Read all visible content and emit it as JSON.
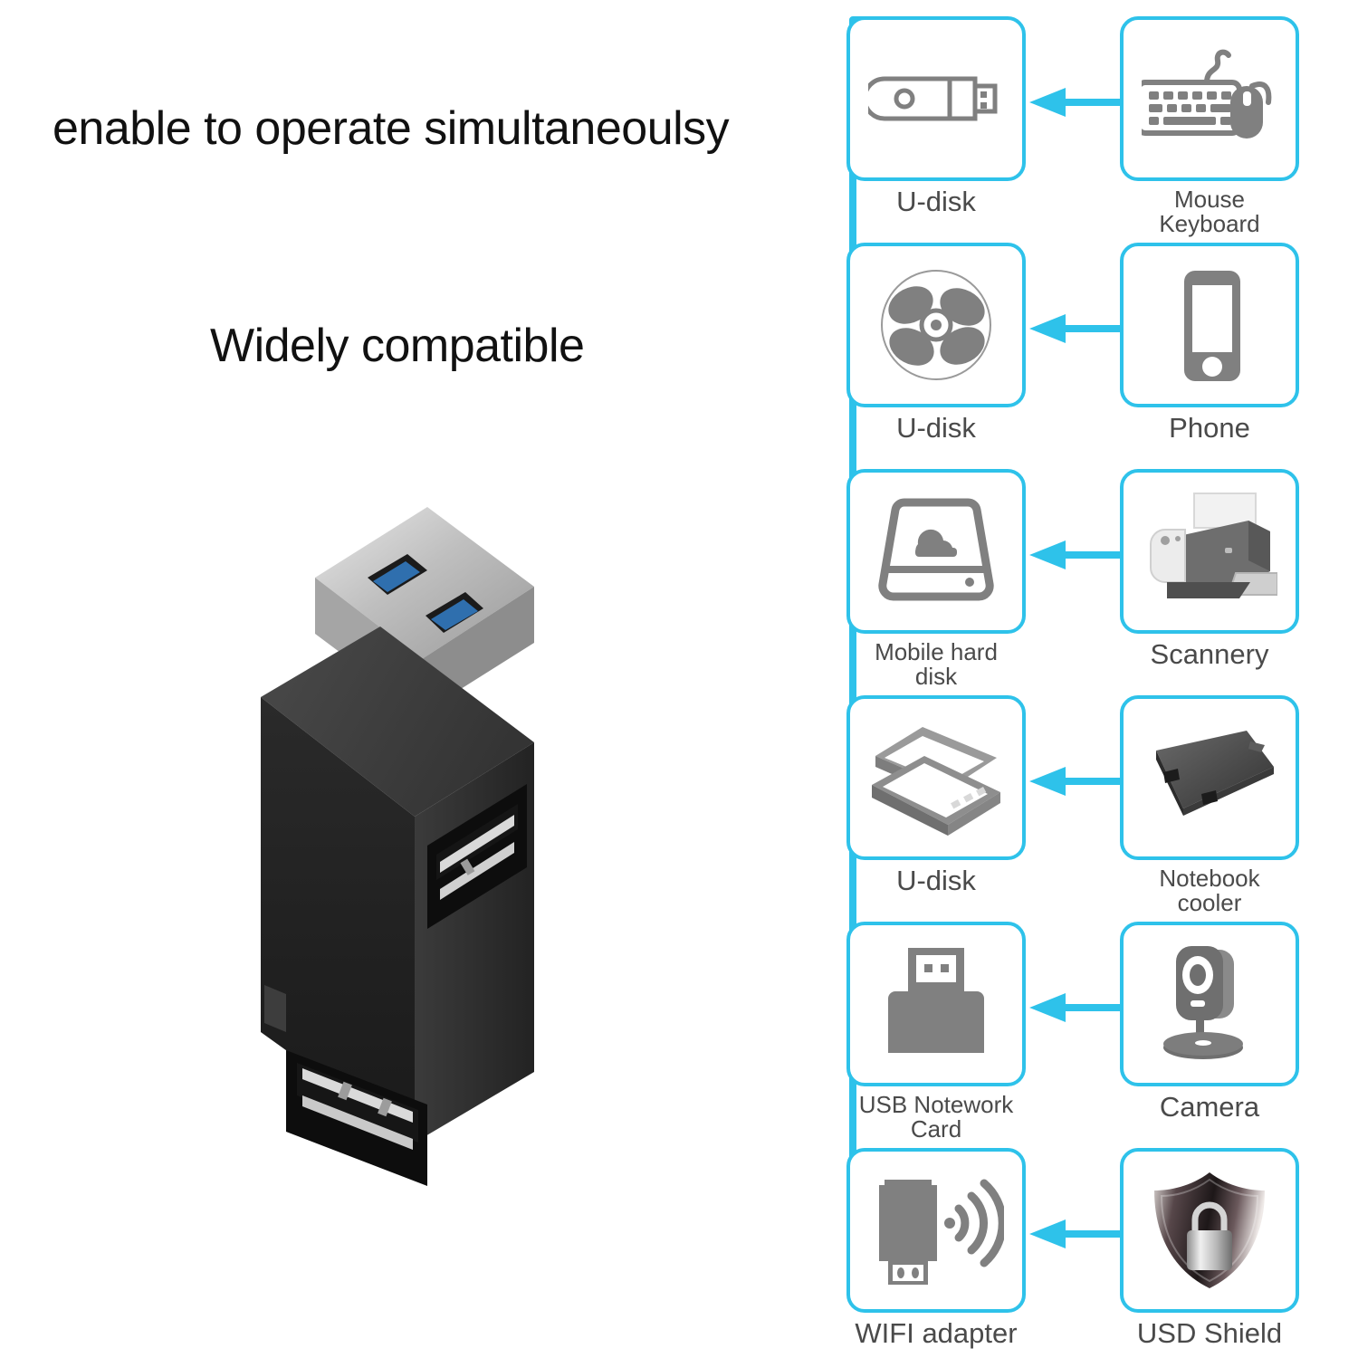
{
  "headline": {
    "line1": "enable to operate simultaneoulsy",
    "line2": "Widely compatible"
  },
  "colors": {
    "accent_cyan": "#2ec2ea",
    "icon_gray": "#808080",
    "label_gray": "#4a4a4a",
    "product_black": "#2b2b2b",
    "usb3_blue": "#1f5fa8"
  },
  "product": {
    "name": "USB 3.0 splitter hub",
    "alt": "black USB 3.0 hub with silver male USB-A plug and two female ports"
  },
  "grid": {
    "rows": [
      {
        "left": {
          "label": "U-disk",
          "icon": "usb-flash-drive-icon"
        },
        "right": {
          "label": "Mouse\nKeyboard",
          "icon": "keyboard-mouse-icon",
          "two_line": true
        },
        "arrow": "arrow-left-icon"
      },
      {
        "left": {
          "label": "U-disk",
          "icon": "fan-icon"
        },
        "right": {
          "label": "Phone",
          "icon": "smartphone-icon"
        },
        "arrow": "arrow-left-icon"
      },
      {
        "left": {
          "label": "Mobile hard\ndisk",
          "icon": "hard-disk-cloud-icon",
          "two_line": true
        },
        "right": {
          "label": "Scannery",
          "icon": "printer-icon"
        },
        "arrow": "arrow-left-icon"
      },
      {
        "left": {
          "label": "U-disk",
          "icon": "flatbed-scanner-icon"
        },
        "right": {
          "label": "Notebook\ncooler",
          "icon": "notebook-cooler-icon",
          "two_line": true
        },
        "arrow": "arrow-left-icon"
      },
      {
        "left": {
          "label": "USB Notework\nCard",
          "icon": "usb-network-card-icon",
          "two_line": true
        },
        "right": {
          "label": "Camera",
          "icon": "security-camera-icon"
        },
        "arrow": "arrow-left-icon"
      },
      {
        "left": {
          "label": "WIFI adapter",
          "icon": "wifi-adapter-icon"
        },
        "right": {
          "label": "USD Shield",
          "icon": "shield-lock-icon"
        },
        "arrow": "arrow-left-icon"
      }
    ]
  }
}
